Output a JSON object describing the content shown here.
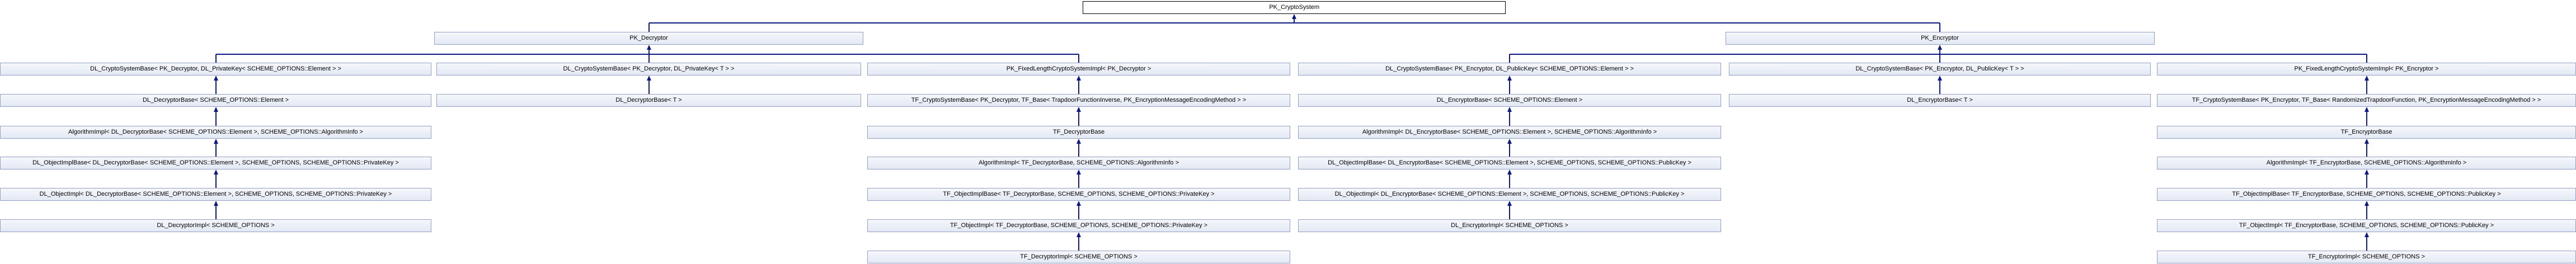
{
  "diagram": {
    "colors": {
      "background": "#ffffff",
      "node_fill_top": "#f5f7fb",
      "node_fill_bottom": "#e3e9f4",
      "node_border": "#93a1c5",
      "root_fill": "#ffffff",
      "root_border": "#000000",
      "edge": "#0c1980",
      "text": "#000000"
    },
    "nodes": [
      {
        "id": "pk_cryptosystem",
        "label": "PK_CryptoSystem",
        "row": 1,
        "col": null,
        "variant": "root"
      },
      {
        "id": "pk_decryptor",
        "label": "PK_Decryptor",
        "row": 2,
        "col": 1,
        "variant": "normal"
      },
      {
        "id": "pk_encryptor",
        "label": "PK_Encryptor",
        "row": 2,
        "col": 4,
        "variant": "normal"
      },
      {
        "id": "dl_cryptosystembase_dec_element",
        "label": "DL_CryptoSystemBase< PK_Decryptor, DL_PrivateKey< SCHEME_OPTIONS::Element > >",
        "row": 3,
        "col": 0,
        "variant": "normal"
      },
      {
        "id": "dl_cryptosystembase_dec_t",
        "label": "DL_CryptoSystemBase< PK_Decryptor, DL_PrivateKey< T > >",
        "row": 3,
        "col": 1,
        "variant": "normal"
      },
      {
        "id": "pk_fixedlength_dec",
        "label": "PK_FixedLengthCryptoSystemImpl< PK_Decryptor >",
        "row": 3,
        "col": 2,
        "variant": "normal"
      },
      {
        "id": "dl_cryptosystembase_enc_element",
        "label": "DL_CryptoSystemBase< PK_Encryptor, DL_PublicKey< SCHEME_OPTIONS::Element > >",
        "row": 3,
        "col": 3,
        "variant": "normal"
      },
      {
        "id": "dl_cryptosystembase_enc_t",
        "label": "DL_CryptoSystemBase< PK_Encryptor, DL_PublicKey< T > >",
        "row": 3,
        "col": 4,
        "variant": "normal"
      },
      {
        "id": "pk_fixedlength_enc",
        "label": "PK_FixedLengthCryptoSystemImpl< PK_Encryptor >",
        "row": 3,
        "col": 5,
        "variant": "normal"
      },
      {
        "id": "dl_decryptorbase_element",
        "label": "DL_DecryptorBase< SCHEME_OPTIONS::Element >",
        "row": 4,
        "col": 0,
        "variant": "normal"
      },
      {
        "id": "dl_decryptorbase_t",
        "label": "DL_DecryptorBase< T >",
        "row": 4,
        "col": 1,
        "variant": "normal"
      },
      {
        "id": "tf_cryptosystembase_dec",
        "label": "TF_CryptoSystemBase< PK_Decryptor, TF_Base< TrapdoorFunctionInverse, PK_EncryptionMessageEncodingMethod > >",
        "row": 4,
        "col": 2,
        "variant": "normal"
      },
      {
        "id": "dl_encryptorbase_element",
        "label": "DL_EncryptorBase< SCHEME_OPTIONS::Element >",
        "row": 4,
        "col": 3,
        "variant": "normal"
      },
      {
        "id": "dl_encryptorbase_t",
        "label": "DL_EncryptorBase< T >",
        "row": 4,
        "col": 4,
        "variant": "normal"
      },
      {
        "id": "tf_cryptosystembase_enc",
        "label": "TF_CryptoSystemBase< PK_Encryptor, TF_Base< RandomizedTrapdoorFunction, PK_EncryptionMessageEncodingMethod > >",
        "row": 4,
        "col": 5,
        "variant": "normal"
      },
      {
        "id": "algimpl_dl_decryptorbase",
        "label": "AlgorithmImpl< DL_DecryptorBase< SCHEME_OPTIONS::Element >, SCHEME_OPTIONS::AlgorithmInfo >",
        "row": 5,
        "col": 0,
        "variant": "normal"
      },
      {
        "id": "tf_decryptorbase",
        "label": "TF_DecryptorBase",
        "row": 5,
        "col": 2,
        "variant": "normal"
      },
      {
        "id": "algimpl_dl_encryptorbase",
        "label": "AlgorithmImpl< DL_EncryptorBase< SCHEME_OPTIONS::Element >, SCHEME_OPTIONS::AlgorithmInfo >",
        "row": 5,
        "col": 3,
        "variant": "normal"
      },
      {
        "id": "tf_encryptorbase",
        "label": "TF_EncryptorBase",
        "row": 5,
        "col": 5,
        "variant": "normal"
      },
      {
        "id": "dl_objectimplbase_dec",
        "label": "DL_ObjectImplBase< DL_DecryptorBase< SCHEME_OPTIONS::Element >, SCHEME_OPTIONS, SCHEME_OPTIONS::PrivateKey >",
        "row": 6,
        "col": 0,
        "variant": "normal"
      },
      {
        "id": "algimpl_tf_decryptorbase",
        "label": "AlgorithmImpl< TF_DecryptorBase, SCHEME_OPTIONS::AlgorithmInfo >",
        "row": 6,
        "col": 2,
        "variant": "normal"
      },
      {
        "id": "dl_objectimplbase_enc",
        "label": "DL_ObjectImplBase< DL_EncryptorBase< SCHEME_OPTIONS::Element >, SCHEME_OPTIONS, SCHEME_OPTIONS::PublicKey >",
        "row": 6,
        "col": 3,
        "variant": "normal"
      },
      {
        "id": "algimpl_tf_encryptorbase",
        "label": "AlgorithmImpl< TF_EncryptorBase, SCHEME_OPTIONS::AlgorithmInfo >",
        "row": 6,
        "col": 5,
        "variant": "normal"
      },
      {
        "id": "dl_objectimpl_dec",
        "label": "DL_ObjectImpl< DL_DecryptorBase< SCHEME_OPTIONS::Element >, SCHEME_OPTIONS, SCHEME_OPTIONS::PrivateKey >",
        "row": 7,
        "col": 0,
        "variant": "normal"
      },
      {
        "id": "tf_objectimplbase_dec",
        "label": "TF_ObjectImplBase< TF_DecryptorBase, SCHEME_OPTIONS, SCHEME_OPTIONS::PrivateKey >",
        "row": 7,
        "col": 2,
        "variant": "normal"
      },
      {
        "id": "dl_objectimpl_enc",
        "label": "DL_ObjectImpl< DL_EncryptorBase< SCHEME_OPTIONS::Element >, SCHEME_OPTIONS, SCHEME_OPTIONS::PublicKey >",
        "row": 7,
        "col": 3,
        "variant": "normal"
      },
      {
        "id": "tf_objectimplbase_enc",
        "label": "TF_ObjectImplBase< TF_EncryptorBase, SCHEME_OPTIONS, SCHEME_OPTIONS::PublicKey >",
        "row": 7,
        "col": 5,
        "variant": "normal"
      },
      {
        "id": "dl_decryptorimpl",
        "label": "DL_DecryptorImpl< SCHEME_OPTIONS >",
        "row": 8,
        "col": 0,
        "variant": "normal"
      },
      {
        "id": "tf_objectimpl_dec",
        "label": "TF_ObjectImpl< TF_DecryptorBase, SCHEME_OPTIONS, SCHEME_OPTIONS::PrivateKey >",
        "row": 8,
        "col": 2,
        "variant": "normal"
      },
      {
        "id": "dl_encryptorimpl",
        "label": "DL_EncryptorImpl< SCHEME_OPTIONS >",
        "row": 8,
        "col": 3,
        "variant": "normal"
      },
      {
        "id": "tf_objectimpl_enc",
        "label": "TF_ObjectImpl< TF_EncryptorBase, SCHEME_OPTIONS, SCHEME_OPTIONS::PublicKey >",
        "row": 8,
        "col": 5,
        "variant": "normal"
      },
      {
        "id": "tf_decryptorimpl",
        "label": "TF_DecryptorImpl< SCHEME_OPTIONS >",
        "row": 9,
        "col": 2,
        "variant": "normal"
      },
      {
        "id": "tf_encryptorimpl",
        "label": "TF_EncryptorImpl< SCHEME_OPTIONS >",
        "row": 9,
        "col": 5,
        "variant": "normal"
      }
    ],
    "edges": {
      "trees": [
        {
          "parent": "pk_cryptosystem",
          "children": [
            "pk_decryptor",
            "pk_encryptor"
          ],
          "bus": "upper"
        },
        {
          "parent": "pk_decryptor",
          "children": [
            "dl_cryptosystembase_dec_element",
            "dl_cryptosystembase_dec_t",
            "pk_fixedlength_dec"
          ],
          "bus": "lower"
        },
        {
          "parent": "pk_encryptor",
          "children": [
            "dl_cryptosystembase_enc_element",
            "dl_cryptosystembase_enc_t",
            "pk_fixedlength_enc"
          ],
          "bus": "lower"
        }
      ],
      "chains": [
        [
          "dl_cryptosystembase_dec_element",
          "dl_decryptorbase_element",
          "algimpl_dl_decryptorbase",
          "dl_objectimplbase_dec",
          "dl_objectimpl_dec",
          "dl_decryptorimpl"
        ],
        [
          "dl_cryptosystembase_dec_t",
          "dl_decryptorbase_t"
        ],
        [
          "pk_fixedlength_dec",
          "tf_cryptosystembase_dec",
          "tf_decryptorbase",
          "algimpl_tf_decryptorbase",
          "tf_objectimplbase_dec",
          "tf_objectimpl_dec",
          "tf_decryptorimpl"
        ],
        [
          "dl_cryptosystembase_enc_element",
          "dl_encryptorbase_element",
          "algimpl_dl_encryptorbase",
          "dl_objectimplbase_enc",
          "dl_objectimpl_enc",
          "dl_encryptorimpl"
        ],
        [
          "dl_cryptosystembase_enc_t",
          "dl_encryptorbase_t"
        ],
        [
          "pk_fixedlength_enc",
          "tf_cryptosystembase_enc",
          "tf_encryptorbase",
          "algimpl_tf_encryptorbase",
          "tf_objectimplbase_enc",
          "tf_objectimpl_enc",
          "tf_encryptorimpl"
        ]
      ]
    }
  }
}
